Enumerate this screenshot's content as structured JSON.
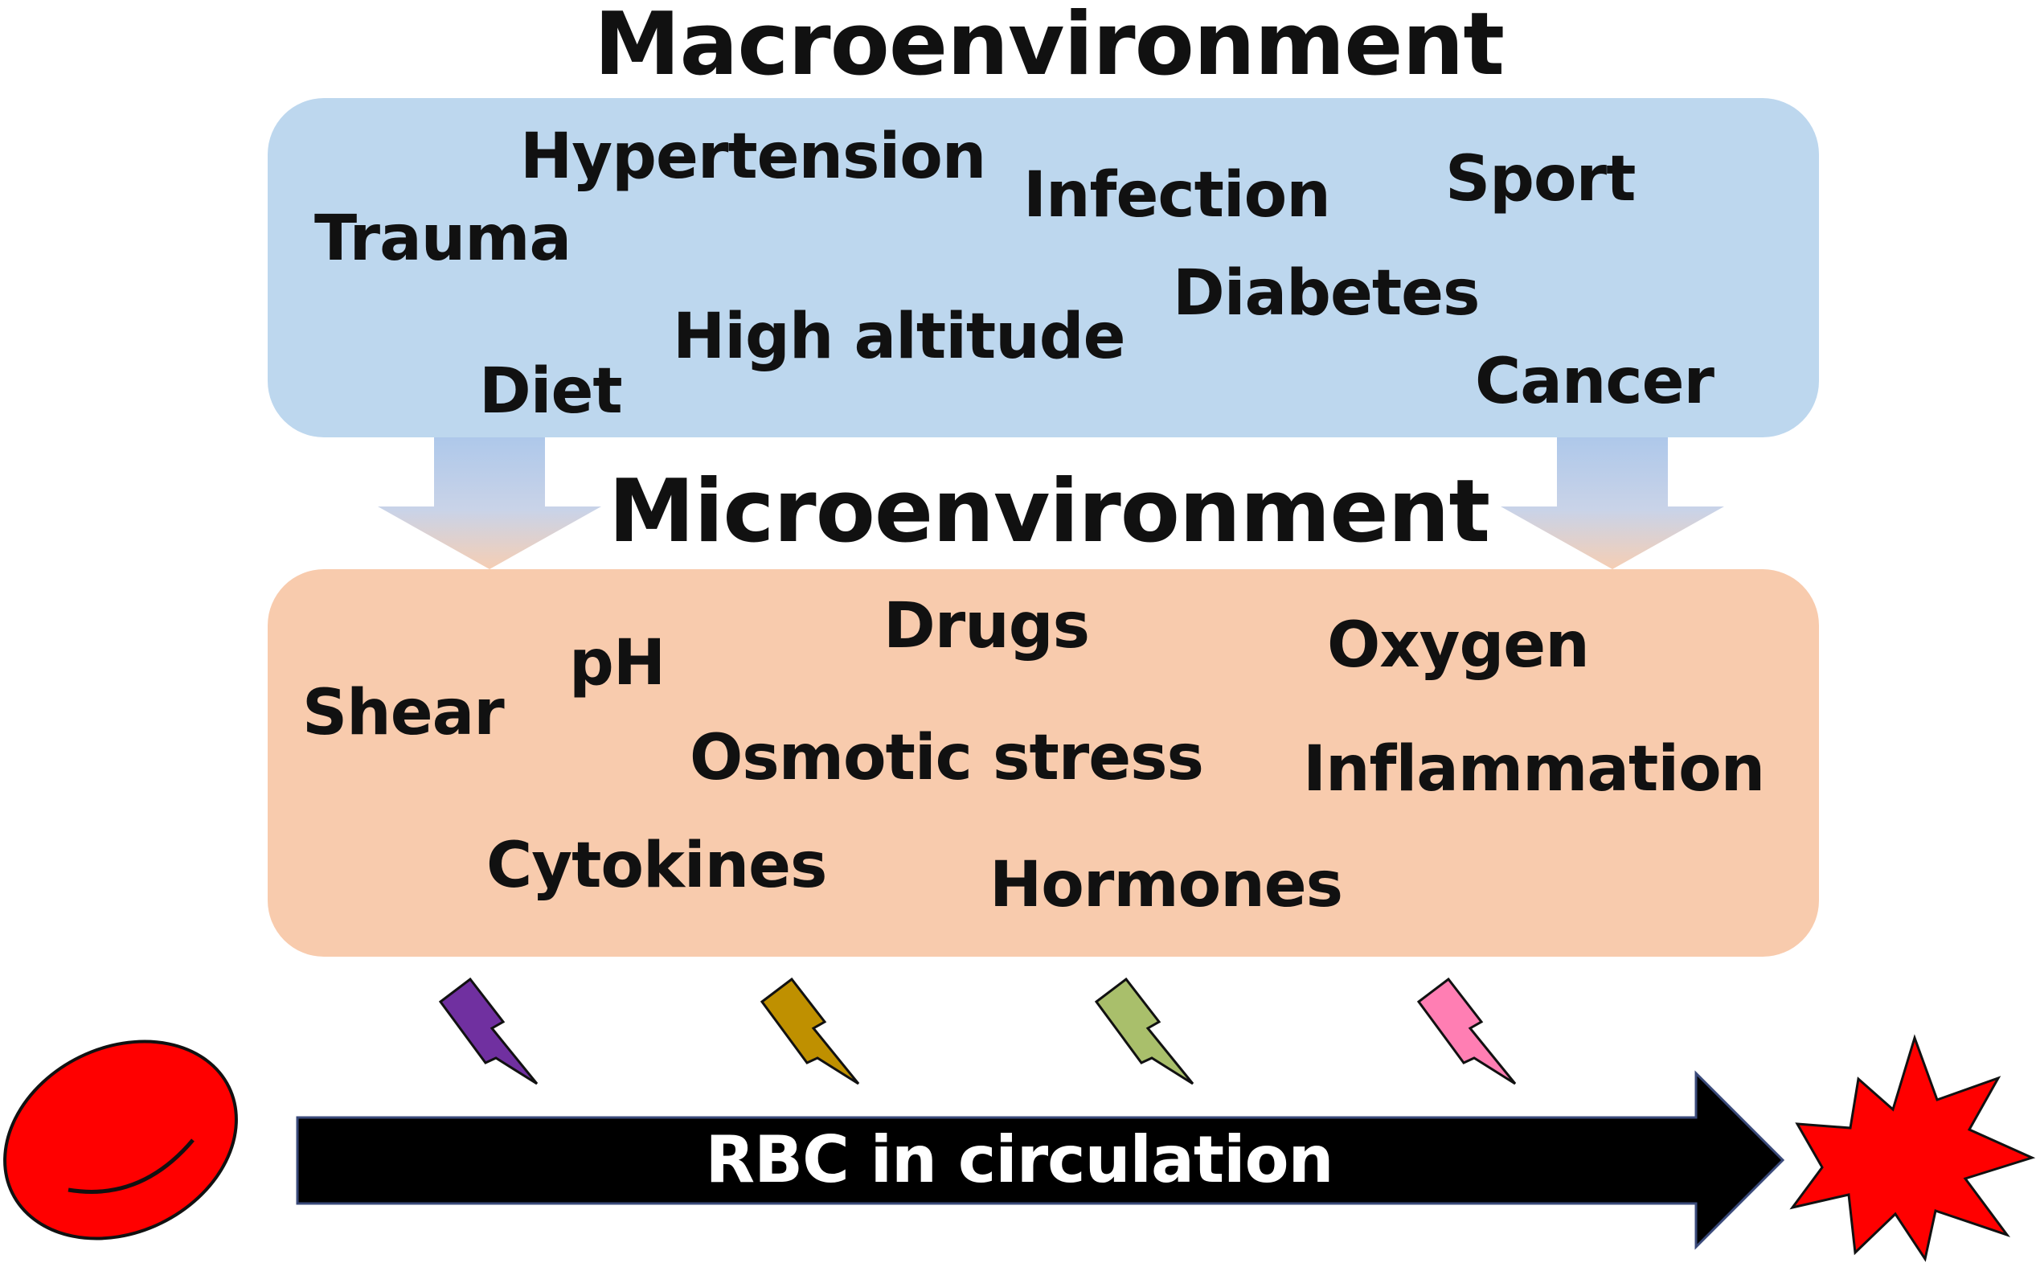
{
  "macro": {
    "title": "Macroenvironment",
    "fill": "#bdd7ee",
    "terms": [
      "Hypertension",
      "Trauma",
      "Infection",
      "Sport",
      "Diabetes",
      "High altitude",
      "Diet",
      "Cancer"
    ]
  },
  "micro": {
    "title": "Microenvironment",
    "fill": "#f8cbad",
    "terms": [
      "Drugs",
      "pH",
      "Shear",
      "Oxygen",
      "Osmotic stress",
      "Inflammation",
      "Cytokines",
      "Hormones"
    ]
  },
  "bolts": [
    {
      "color": "#7030a0"
    },
    {
      "color": "#bf9000"
    },
    {
      "color": "#a9bf6b"
    },
    {
      "color": "#ff7eb3"
    }
  ],
  "flow": {
    "label": "RBC in circulation",
    "arrow_color": "#000000"
  },
  "rbc": {
    "color": "#ff0000"
  },
  "burst": {
    "color": "#ff0000"
  }
}
